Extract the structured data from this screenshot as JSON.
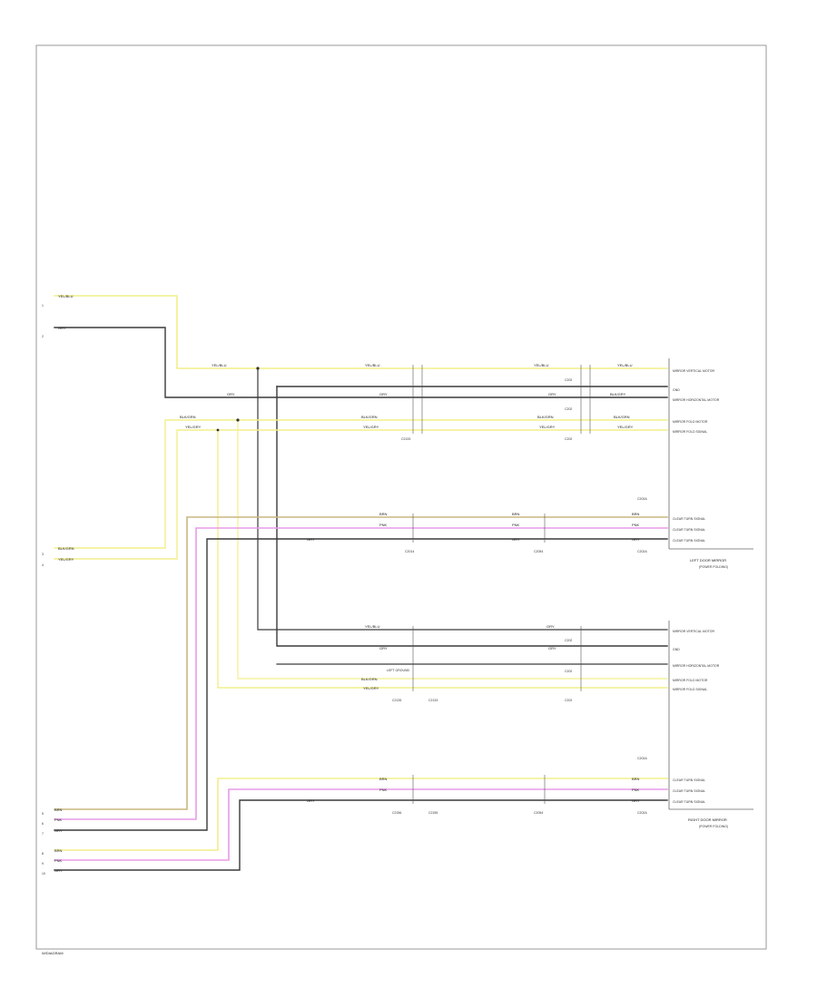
{
  "page_label": "W/DIAGRAM",
  "colors": {
    "yellow": "#f2ef8a",
    "dark": "#3a3a3a",
    "pink": "#e89be8",
    "tan": "#c8b77e",
    "frame": "#9a9a9a"
  },
  "left_terminals": {
    "top": [
      {
        "pin": "1",
        "wire": "YEL/BLU"
      },
      {
        "pin": "2",
        "wire": "GRY"
      }
    ],
    "mid": [
      {
        "pin": "3",
        "wire": "BLK/GRN"
      },
      {
        "pin": "4",
        "wire": "YEL/GRY"
      }
    ],
    "bottom_a": [
      {
        "pin": "5",
        "wire": "BRN"
      },
      {
        "pin": "6",
        "wire": "PNK"
      },
      {
        "pin": "7",
        "wire": "GRY"
      }
    ],
    "bottom_b": [
      {
        "pin": "8",
        "wire": "BRN"
      },
      {
        "pin": "9",
        "wire": "PNK"
      },
      {
        "pin": "10",
        "wire": "GRY"
      }
    ]
  },
  "connector_ids": [
    "C2133",
    "C202",
    "C2014",
    "C2054",
    "C2135",
    "C2156",
    "C2155",
    "C202A"
  ],
  "upper_module": {
    "name": "LEFT DOOR MIRROR",
    "sub": "(POWER FOLDING)",
    "pins": [
      "MIRROR VERTICAL MOTOR",
      "GND",
      "MIRROR HORIZONTAL MOTOR",
      "",
      "MIRROR FOLD MOTOR",
      "MIRROR FOLD SIGNAL",
      "",
      "",
      "",
      "",
      "",
      "",
      "",
      "",
      "",
      "",
      "",
      "",
      "CLEAR TURN SIGNAL",
      "CLEAR TURN SIGNAL",
      "CLEAR TURN SIGNAL"
    ],
    "wire_labels": [
      "YEL/BLU",
      "GRY",
      "BLK/GRY",
      "BLK/GRN",
      "YEL/GRY",
      "BRN",
      "PNK",
      "GRY"
    ]
  },
  "lower_module": {
    "name": "RIGHT DOOR MIRROR",
    "sub": "(POWER FOLDING)",
    "pins": [
      "MIRROR VERTICAL MOTOR",
      "GND",
      "MIRROR HORIZONTAL MOTOR",
      "MIRROR FOLD MOTOR",
      "MIRROR FOLD SIGNAL",
      "CLEAR TURN SIGNAL",
      "CLEAR TURN SIGNAL",
      "CLEAR TURN SIGNAL"
    ],
    "wire_labels": [
      "YEL/BLU",
      "GRY",
      "BLK/GRN",
      "YEL/GRY",
      "BRN",
      "PNK",
      "GRY"
    ]
  },
  "junction_label": "LEFT GROUND"
}
